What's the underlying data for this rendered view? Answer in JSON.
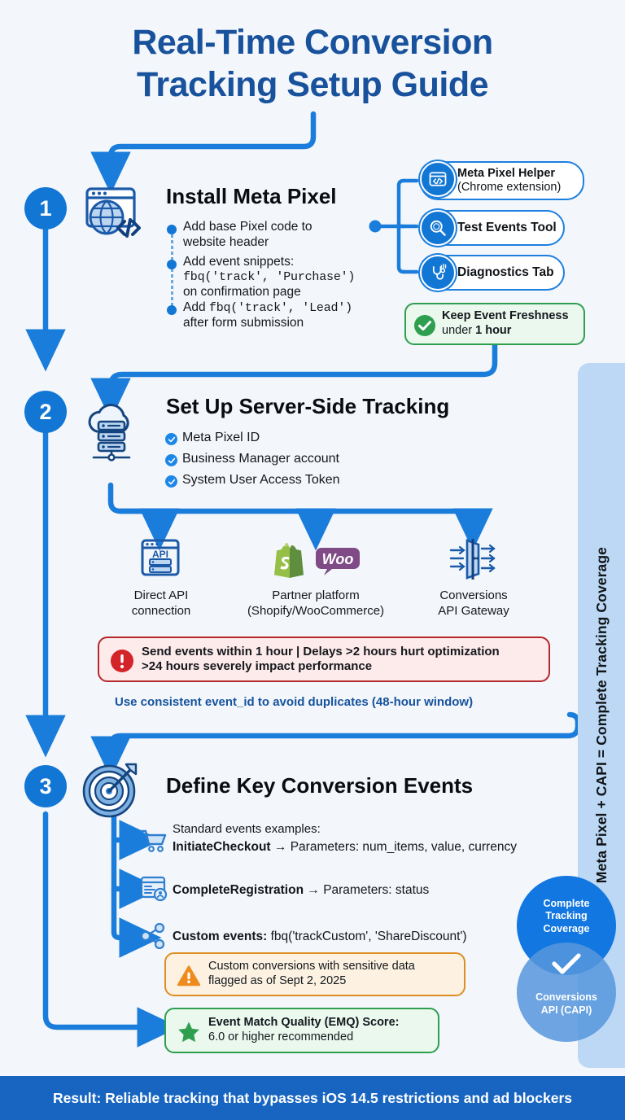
{
  "title": "Real-Time Conversion\nTracking Setup Guide",
  "title_line1": "Real-Time Conversion",
  "title_line2": "Tracking Setup Guide",
  "right_panel": {
    "label": "Meta Pixel + CAPI = Complete Tracking Coverage",
    "color": "#bcd8f4"
  },
  "steps": [
    {
      "number": "1",
      "heading": "Install Meta Pixel",
      "icon": "browser-globe-code-icon",
      "bullets": [
        {
          "line1": "Add base Pixel code to",
          "line2": "website header"
        },
        {
          "line1": "Add event snippets:",
          "code": "fbq('track', 'Purchase')",
          "line3": "on confirmation page"
        },
        {
          "pre": "Add ",
          "code": "fbq('track', 'Lead')",
          "line2": "after form submission"
        }
      ],
      "tools": [
        {
          "icon": "pixel-helper-icon",
          "title": "Meta Pixel Helper",
          "sub": "(Chrome extension)"
        },
        {
          "icon": "magnifier-test-icon",
          "title": "Test Events Tool",
          "sub": ""
        },
        {
          "icon": "stethoscope-diagnostics-icon",
          "title": "Diagnostics Tab",
          "sub": ""
        }
      ],
      "callout": {
        "icon": "check-circle-icon",
        "type": "success",
        "color": "#2e9e4f",
        "line1": "Keep Event Freshness",
        "line2_pre": "under ",
        "line2_bold": "1 hour"
      }
    },
    {
      "number": "2",
      "heading": "Set Up Server-Side Tracking",
      "icon": "cloud-server-icon",
      "checks": [
        "Meta Pixel ID",
        "Business Manager account",
        "System User Access Token"
      ],
      "platforms": [
        {
          "icon": "api-server-icon",
          "line1": "Direct API",
          "line2": "connection"
        },
        {
          "icon": "shopify-woo-icon",
          "line1": "Partner platform",
          "line2": "(Shopify/WooCommerce)"
        },
        {
          "icon": "gateway-icon",
          "line1": "Conversions",
          "line2": "API Gateway"
        }
      ],
      "warning": {
        "icon": "alert-circle-icon",
        "color": "#b5282b",
        "line1": "Send events within 1 hour | Delays >2 hours hurt optimization",
        "line2": ">24 hours severely impact performance"
      },
      "note": "Use consistent event_id to avoid duplicates (48-hour window)"
    },
    {
      "number": "3",
      "heading": "Define Key Conversion Events",
      "icon": "target-dart-icon",
      "standard_label": "Standard events examples:",
      "events": [
        {
          "icon": "shopping-cart-icon",
          "name": "InitiateCheckout",
          "arrow": "→",
          "params": "Parameters: num_items, value, currency"
        },
        {
          "icon": "registration-form-icon",
          "name": "CompleteRegistration",
          "arrow": "→",
          "params": "Parameters: status"
        },
        {
          "icon": "share-nodes-icon",
          "name": "Custom events",
          "sep": ":",
          "params": "fbq('trackCustom', 'ShareDiscount')"
        }
      ],
      "warning": {
        "icon": "warning-triangle-icon",
        "color": "#df8e22",
        "line1": "Custom conversions with sensitive data",
        "line2": "flagged as of Sept 2, 2025"
      },
      "success": {
        "icon": "star-icon",
        "color": "#2e9e4f",
        "line1": "Event Match Quality (EMQ) Score:",
        "line2": "6.0 or higher recommended"
      }
    }
  ],
  "venn": {
    "top_label": "Complete\nTracking\nCoverage",
    "top_l1": "Complete",
    "top_l2": "Tracking",
    "top_l3": "Coverage",
    "bottom_l1": "Conversions",
    "bottom_l2": "API (CAPI)",
    "center_icon": "check-icon",
    "top_color": "#1277e0",
    "bottom_color": "#5696dc"
  },
  "footer": {
    "text": "Result: Reliable tracking that bypasses iOS 14.5 restrictions and ad blockers",
    "bg": "#1765c0"
  },
  "theme": {
    "background": "#f3f6fa",
    "brand_blue": "#1277d4",
    "title_blue": "#18519c"
  }
}
